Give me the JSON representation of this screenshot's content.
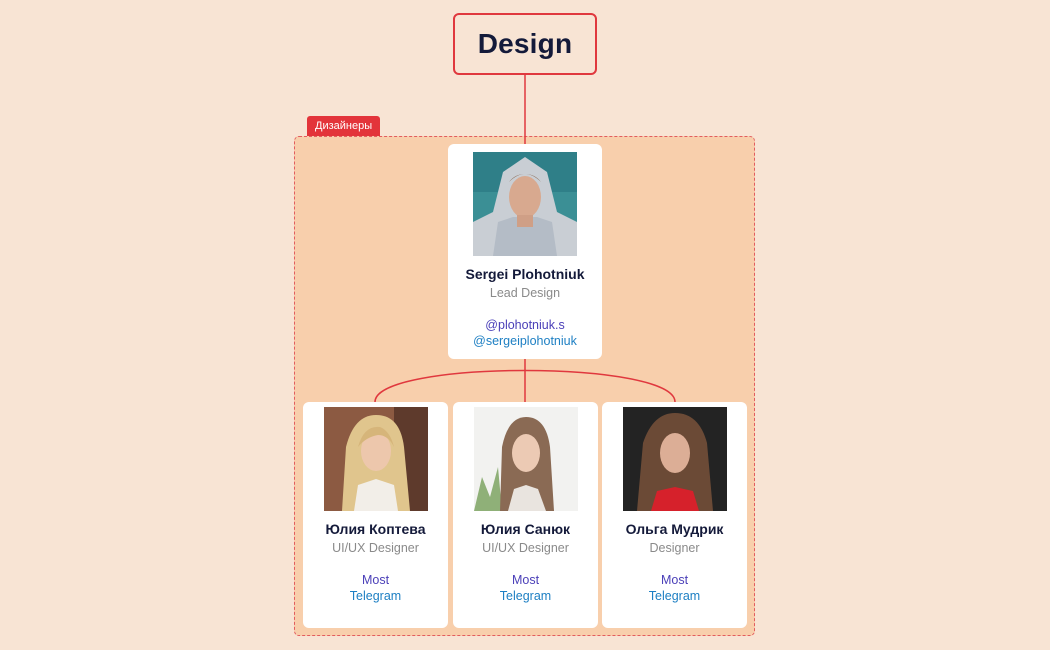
{
  "root": {
    "title": "Design"
  },
  "group": {
    "tag": "Дизайнеры"
  },
  "lead": {
    "name": "Sergei Plohotniuk",
    "role": "Lead Design",
    "link1": "@plohotniuk.s",
    "link2": "@sergeiplohotniuk"
  },
  "members": [
    {
      "name": "Юлия Коптева",
      "role": "UI/UX Designer",
      "link1": "Most",
      "link2": "Telegram"
    },
    {
      "name": "Юлия Санюк",
      "role": "UI/UX Designer",
      "link1": "Most",
      "link2": "Telegram"
    },
    {
      "name": "Ольга Мудрик",
      "role": "Designer",
      "link1": "Most",
      "link2": "Telegram"
    }
  ],
  "colors": {
    "background": "#f8e4d4",
    "group_fill": "#f8cfac",
    "accent_red": "#e0383e",
    "link_primary": "#4a3fb8",
    "link_secondary": "#1d7fc3"
  }
}
